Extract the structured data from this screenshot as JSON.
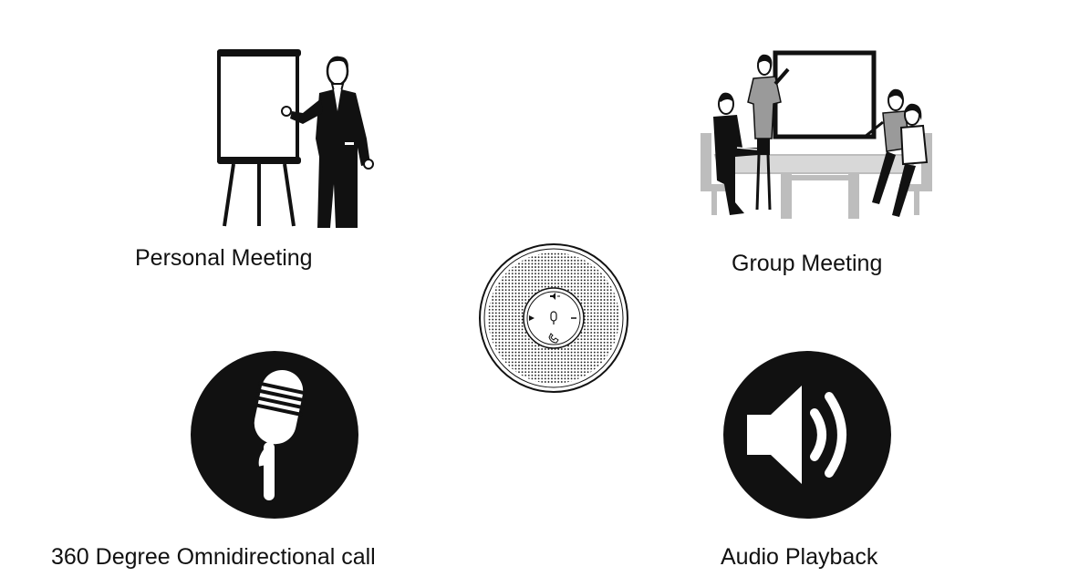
{
  "features": {
    "personal": {
      "label": "Personal Meeting",
      "icon": "presenter-flipchart-icon"
    },
    "group": {
      "label": "Group Meeting",
      "icon": "conference-table-icon"
    },
    "omni": {
      "label": "360 Degree Omnidirectional call",
      "icon": "microphone-icon"
    },
    "audio": {
      "label": "Audio Playback",
      "icon": "speaker-volume-icon"
    }
  },
  "device": {
    "icon": "conference-speakerphone-icon"
  },
  "colors": {
    "ink": "#111111",
    "gray": "#bdbdbd",
    "background": "#ffffff"
  }
}
